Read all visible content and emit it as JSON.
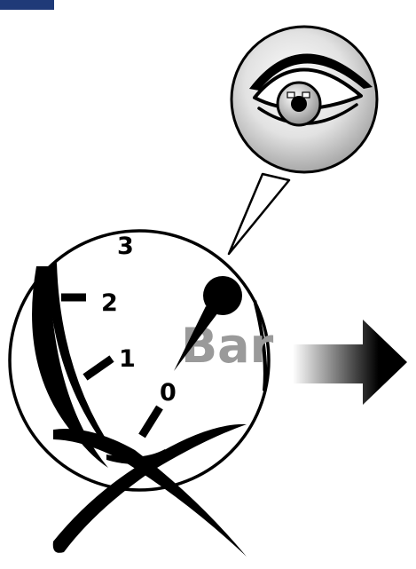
{
  "gauge": {
    "unit": "Bar",
    "scale_labels": [
      "0",
      "1",
      "2",
      "3"
    ]
  },
  "colors": {
    "corner_tab": "#1f3a78",
    "ink": "#000000",
    "unit_text": "#9a9a9a",
    "lens_center": "#ffffff",
    "lens_edge": "#9c9c9c",
    "arrow_start": "#ffffff",
    "arrow_end": "#000000"
  },
  "icons": {
    "inspection": "eye-icon",
    "direction": "arrow-right-icon",
    "blocked": "cross-icon"
  }
}
